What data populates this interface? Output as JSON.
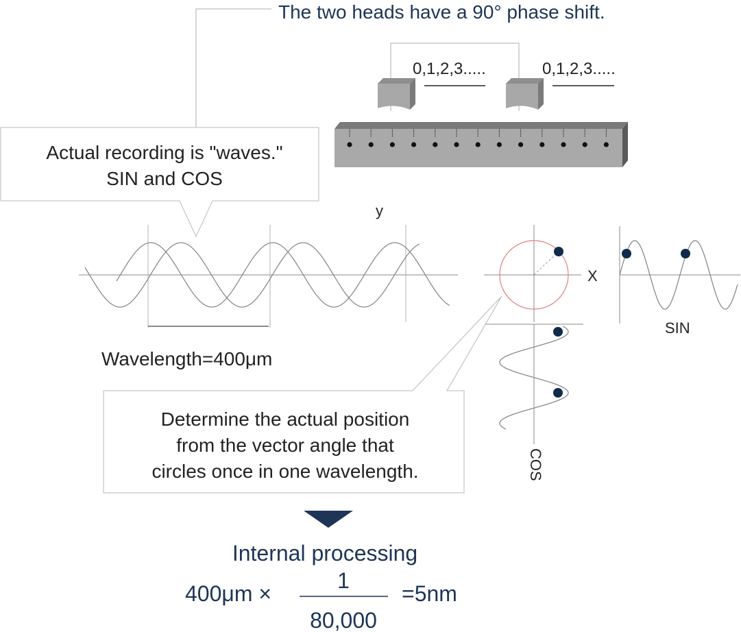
{
  "header": {
    "phase_note": "The two heads have a 90° phase shift."
  },
  "heads": {
    "counter_left": "0,1,2,3.....",
    "counter_right": "0,1,2,3....."
  },
  "callouts": {
    "recording_line1": "Actual recording is \"waves.\"",
    "recording_line2": "SIN and COS",
    "position_line1": "Determine the actual position",
    "position_line2": "from the vector angle that",
    "position_line3": "circles once in one wavelength."
  },
  "wave_plot": {
    "y_label": "y",
    "wavelength_label": "Wavelength=400μm"
  },
  "vector_plot": {
    "x_label": "X",
    "sin_label": "SIN",
    "cos_label": "COS"
  },
  "processing": {
    "title": "Internal processing",
    "lhs": "400μm ×",
    "numerator": "1",
    "denominator": "80,000",
    "result": "=5nm"
  },
  "colors": {
    "navy": "#1e3557",
    "dot": "#0f2a4a",
    "wave": "#8a8a8a",
    "circle": "#e08080",
    "scale_front": "#a9a9a9",
    "scale_top": "#7a7a7a",
    "scale_side": "#5a5a5a",
    "head": "#a8a8a8"
  }
}
